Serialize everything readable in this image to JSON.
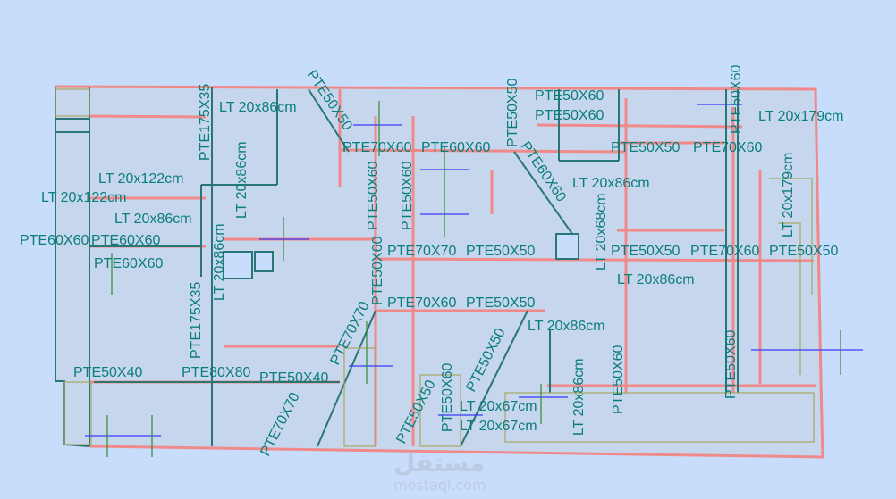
{
  "drawing": {
    "horizontal_labels": [
      "LT 20x122cm",
      "LT 20x122cm",
      "LT 20x86cm",
      "LT 20x86cm",
      "PTE60X60",
      "PTE60X60",
      "PTE60X60",
      "PTE70X60",
      "PTE60X60",
      "PTE70X70",
      "PTE50X50",
      "PTE70X60",
      "PTE50X50",
      "PTE50X40",
      "PTE80X80",
      "PTE50X40",
      "LT 20x67cm",
      "LT 20x67cm",
      "LT 20x86cm",
      "LT 20x86cm",
      "LT 20x86cm",
      "PTE50X60",
      "PTE50X60",
      "PTE50X50",
      "PTE70X60",
      "PTE50X50",
      "PTE70X60",
      "PTE50X50",
      "LT 20x179cm"
    ],
    "vertical_labels": [
      "PTE175X35",
      "LT 20x86cm",
      "LT 20x86cm",
      "PTE175X35",
      "PTE50X50",
      "PTE50X60",
      "PTE50X60",
      "PTE50X60",
      "LT 20x68cm",
      "LT 20x86cm",
      "PTE50X60",
      "LT 20x179cm",
      "PTE50X60",
      "PTE50X60",
      "PTE50X60"
    ],
    "diagonal_labels": [
      "PTE50X50",
      "PTE60X60",
      "PTE70X70",
      "PTE70X70",
      "PTE50X50",
      "PTE50X50"
    ]
  },
  "watermark": {
    "arabic": "مستقل",
    "latin": "mostaql.com"
  }
}
